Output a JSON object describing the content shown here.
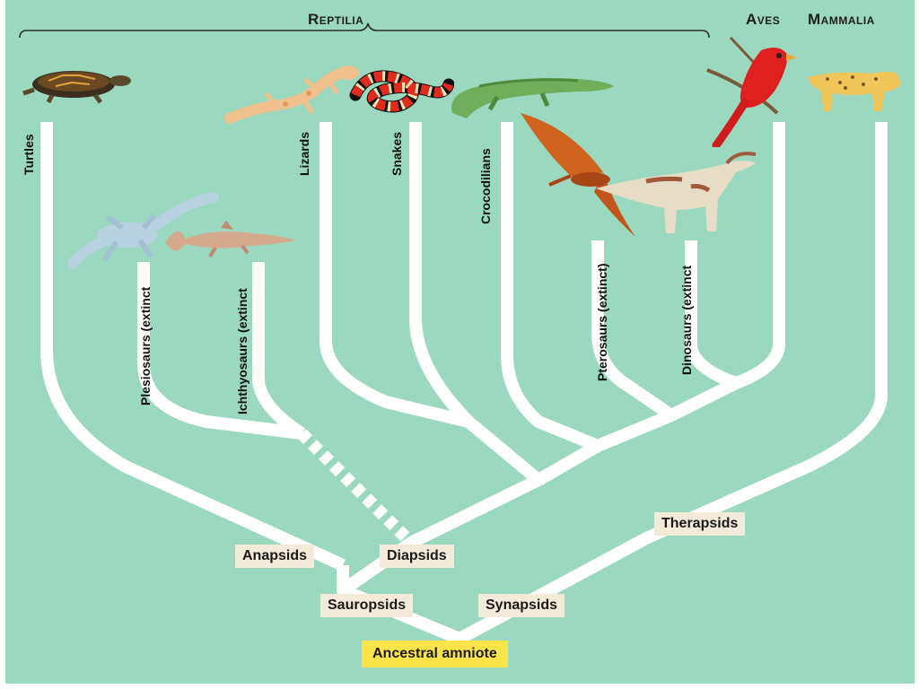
{
  "groups": {
    "reptilia": "Reptilia",
    "aves": "Aves",
    "mammalia": "Mammalia"
  },
  "taxa": {
    "turtles": "Turtles",
    "plesiosaurs": "Plesiosaurs (extinct",
    "ichthyosaurs": "Ichthyosaurs (extinct",
    "lizards": "Lizards",
    "snakes": "Snakes",
    "crocodilians": "Crocodilians",
    "pterosaurs": "Pterosaurs (extinct)",
    "dinosaurs": "Dinosaurs (extinct"
  },
  "nodes": {
    "anapsids": "Anapsids",
    "diapsids": "Diapsids",
    "sauropsids": "Sauropsids",
    "synapsids": "Synapsids",
    "therapsids": "Therapsids",
    "root": "Ancestral amniote"
  },
  "colors": {
    "background": "#9ad8c0",
    "branch": "#ffffff",
    "node_box": "#f3ead9",
    "root_box": "#fbe44a"
  },
  "icons": [
    "turtle-icon",
    "gecko-icon",
    "snake-icon",
    "crocodile-icon",
    "cardinal-icon",
    "bobcat-icon",
    "plesiosaur-icon",
    "ichthyosaur-icon",
    "pterosaur-icon",
    "dinosaur-icon"
  ]
}
